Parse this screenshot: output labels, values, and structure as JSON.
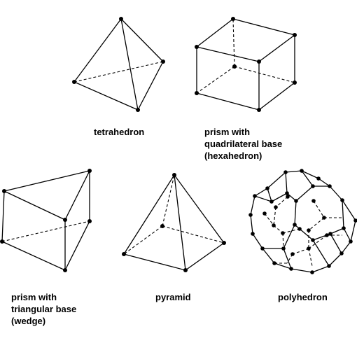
{
  "labels": {
    "tetrahedron": "tetrahedron",
    "hexahedron": [
      "prism with",
      "quadrilateral base",
      "(hexahedron)"
    ],
    "wedge": [
      "prism with",
      "triangular base",
      "(wedge)"
    ],
    "pyramid": "pyramid",
    "polyhedron": "polyhedron"
  }
}
